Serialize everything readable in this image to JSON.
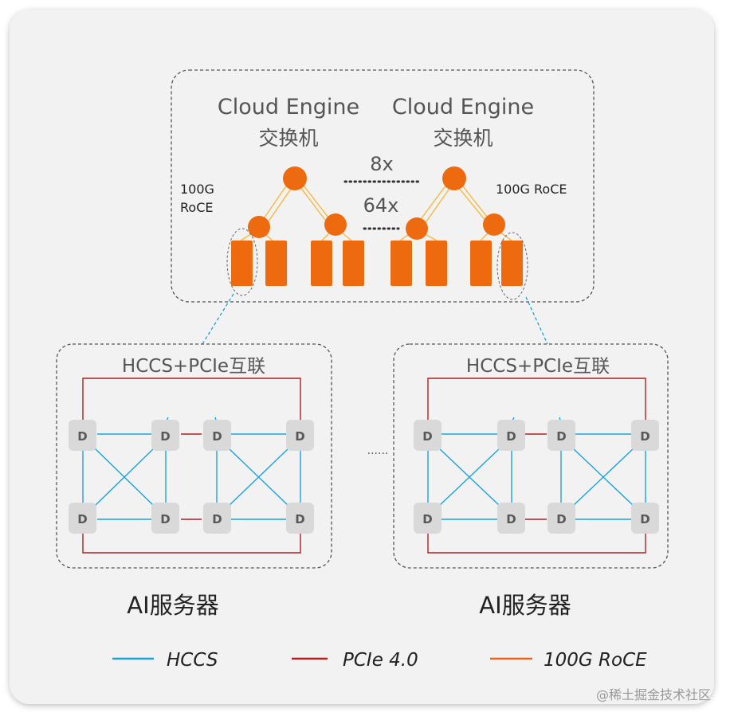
{
  "switch_group": {
    "engine_left": {
      "line1": "Cloud Engine",
      "line2": "交换机"
    },
    "engine_right": {
      "line1": "Cloud Engine",
      "line2": "交换机"
    },
    "count_upper": "8x",
    "count_lower": "64x",
    "roce_left_line1": "100G",
    "roce_left_line2": "RoCE",
    "roce_right": "100G RoCE"
  },
  "servers": {
    "left": {
      "interconnect_label": "HCCS+PCIe互联",
      "node_label": "D",
      "caption": "AI服务器"
    },
    "right": {
      "interconnect_label": "HCCS+PCIe互联",
      "node_label": "D",
      "caption": "AI服务器"
    },
    "ellipsis": "......"
  },
  "legend": {
    "items": [
      {
        "label": "HCCS",
        "color": "#1aa3d9"
      },
      {
        "label": "PCIe 4.0",
        "color": "#b01e1e"
      },
      {
        "label": "100G RoCE",
        "color": "#e8641b"
      }
    ]
  },
  "watermark": "@稀土掘金技术社区",
  "colors": {
    "orange": "#ee6a0f",
    "hccs": "#1aa3d9",
    "pcie": "#b01e1e",
    "roce_link": "#f5b942",
    "node_fill": "#d9d9d9",
    "node_text": "#595959"
  }
}
